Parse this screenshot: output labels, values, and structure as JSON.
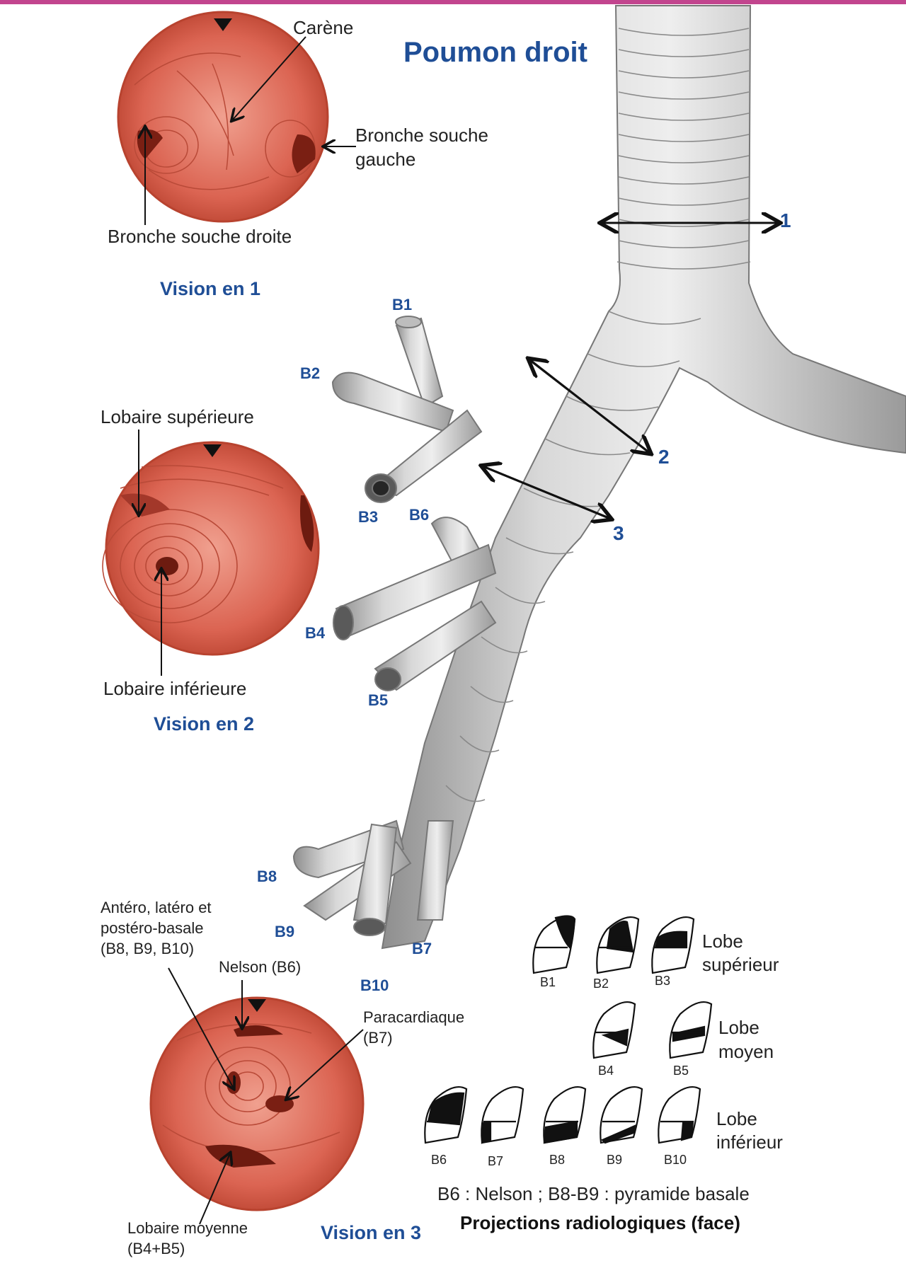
{
  "title": "Poumon droit",
  "vision1": {
    "heading": "Vision en 1",
    "carene": "Carène",
    "bronche_gauche_l1": "Bronche souche",
    "bronche_gauche_l2": "gauche",
    "bronche_droite": "Bronche souche droite"
  },
  "vision2": {
    "heading": "Vision en 2",
    "lobaire_sup": "Lobaire supérieure",
    "lobaire_inf": "Lobaire inférieure"
  },
  "vision3": {
    "heading": "Vision en 3",
    "antero_l1": "Antéro, latéro et",
    "antero_l2": "postéro-basale",
    "antero_l3": "(B8, B9, B10)",
    "nelson": "Nelson (B6)",
    "paracardiaque_l1": "Paracardiaque",
    "paracardiaque_l2": "(B7)",
    "lobaire_moy_l1": "Lobaire moyenne",
    "lobaire_moy_l2": "(B4+B5)"
  },
  "cuts": [
    "1",
    "2",
    "3"
  ],
  "segments": [
    "B1",
    "B2",
    "B3",
    "B6",
    "B4",
    "B5",
    "B8",
    "B9",
    "B7",
    "B10"
  ],
  "projections": {
    "lobe_sup_l1": "Lobe",
    "lobe_sup_l2": "supérieur",
    "lobe_moy_l1": "Lobe",
    "lobe_moy_l2": "moyen",
    "lobe_inf_l1": "Lobe",
    "lobe_inf_l2": "inférieur",
    "labels": [
      "B1",
      "B2",
      "B3",
      "B4",
      "B5",
      "B6",
      "B7",
      "B8",
      "B9",
      "B10"
    ],
    "note": "B6 : Nelson ; B8-B9 : pyramide basale",
    "caption": "Projections radiologiques (face)"
  },
  "colors": {
    "accent": "#c2458e",
    "label_blue": "#1f4e96",
    "mucosa": "#d9604f"
  }
}
